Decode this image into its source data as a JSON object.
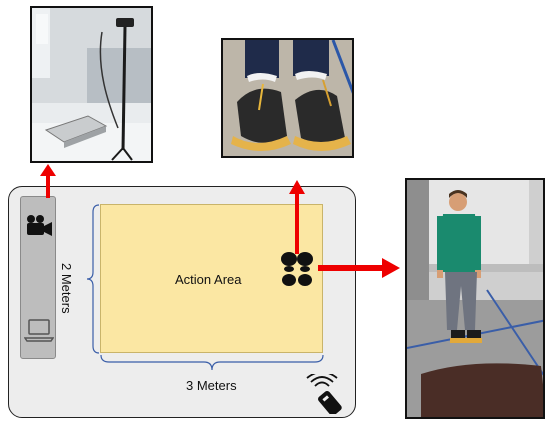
{
  "diagram": {
    "action_area_label": "Action Area",
    "height_dimension_label": "2 Meters",
    "width_dimension_label": "3 Meters"
  },
  "icons": {
    "camera": "video-camera-icon",
    "laptop": "laptop-icon",
    "footprints": "footprints-icon",
    "wireless_remote": "wireless-remote-icon"
  },
  "colors": {
    "arrow": "#ee0000",
    "action_area_fill": "#fbe7a3",
    "room_fill": "#ededed",
    "device_stand": "#bdbdbd",
    "avatar_shirt": "#1a8a6e",
    "avatar_pants": "#6f7480"
  }
}
